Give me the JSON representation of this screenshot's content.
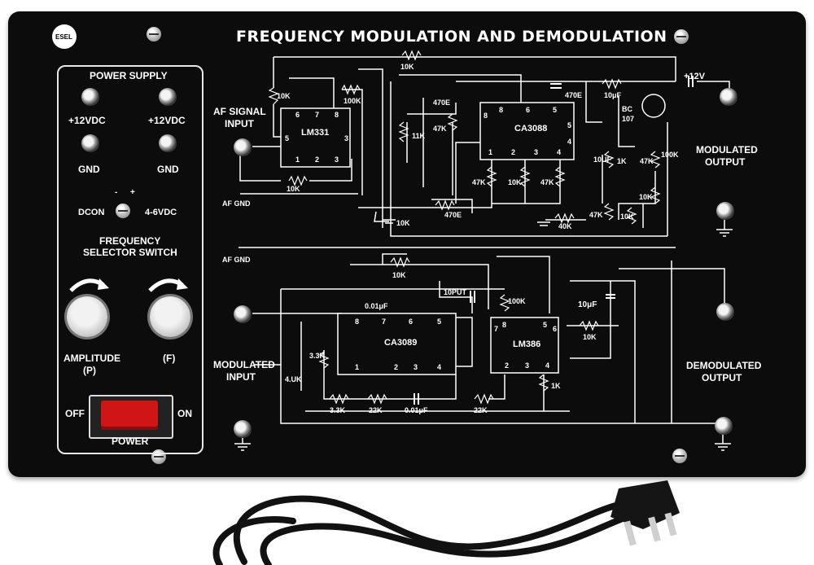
{
  "title": "FREQUENCY MODULATION AND DEMODULATION",
  "logo": "ESEL",
  "power_supply": {
    "heading": "POWER SUPPLY",
    "v_left": "+12VDC",
    "v_right": "+12VDC",
    "gnd_left": "GND",
    "gnd_right": "GND",
    "dcon": "DCON",
    "minus": "-",
    "plus": "+",
    "range": "4-6VDC"
  },
  "freq_selector": {
    "line1": "FREQUENCY",
    "line2": "SELECTOR SWITCH"
  },
  "amplitude": {
    "label": "AMPLITUDE",
    "sub": "(P)"
  },
  "frequency": {
    "label": "(F)"
  },
  "power": {
    "off": "OFF",
    "on": "ON",
    "label": "POWER"
  },
  "ports": {
    "af_signal": {
      "line1": "AF SIGNAL",
      "line2": "INPUT"
    },
    "af_gnd_1": "AF GND",
    "af_gnd_2": "AF GND",
    "modulated_output": {
      "line1": "MODULATED",
      "line2": "OUTPUT"
    },
    "modulated_input": {
      "line1": "MODULATED",
      "line2": "INPUT"
    },
    "demodulated_output": {
      "line1": "DEMODULATED",
      "line2": "OUTPUT"
    },
    "supply": "+12V"
  },
  "ics": {
    "lm331": "LM331",
    "ca3088": "CA3088",
    "ca3089": "CA3089",
    "lm386": "LM386"
  },
  "transistor": {
    "line1": "BC",
    "line2": "107"
  },
  "components": {
    "r10k_top": "10K",
    "r10k_left": "10K",
    "r100k_lm331": "100K",
    "r10k_under": "10K",
    "r470e_a": "470E",
    "r11k": "11K",
    "r47k_a": "47K",
    "c470e_top": "470E",
    "c10uf_top": "10μF",
    "r470e_b": "470E",
    "r10k_mid": "10K",
    "r47k_b": "47K",
    "r10k_c": "10K",
    "r47k_c": "47K",
    "r1k": "1K",
    "r47k_d": "47K",
    "r100k_right": "100K",
    "c10uf_right": "10UF",
    "r10k_right": "10K",
    "r47k_e": "47K",
    "r10k_f": "10K",
    "r40k": "40K",
    "r10k_demod": "10K",
    "c001_a": "0.01μF",
    "c10ut": "10PUT",
    "r100k_demod": "100K",
    "c10uf_demod": "10μF",
    "r10k_lm386": "10K",
    "r33k_a": "3.3K",
    "r4uk": "4.UK",
    "r33k_b": "3.3K",
    "r22k_a": "22K",
    "c001_b": "0.01μF",
    "r22k_b": "22K",
    "r1k_lm386": "1K"
  },
  "pins": {
    "lm331_top": [
      "6",
      "7",
      "8"
    ],
    "lm331_side_l": "5",
    "lm331_side_r": "3",
    "lm331_bot": [
      "1",
      "2",
      "3"
    ],
    "ca3088_top": [
      "8",
      "6",
      "5"
    ],
    "ca3088_side_l": "8",
    "ca3088_side_r": [
      "5",
      "4"
    ],
    "ca3088_bot": [
      "1",
      "2",
      "3",
      "4"
    ],
    "ca3089_top": [
      "8",
      "7",
      "6",
      "5"
    ],
    "ca3089_bot": [
      "1",
      "2",
      "3",
      "4"
    ],
    "lm386_top": [
      "8",
      "5"
    ],
    "lm386_side_l": "7",
    "lm386_side_r": "6",
    "lm386_bot": [
      "2",
      "3",
      "4"
    ]
  }
}
